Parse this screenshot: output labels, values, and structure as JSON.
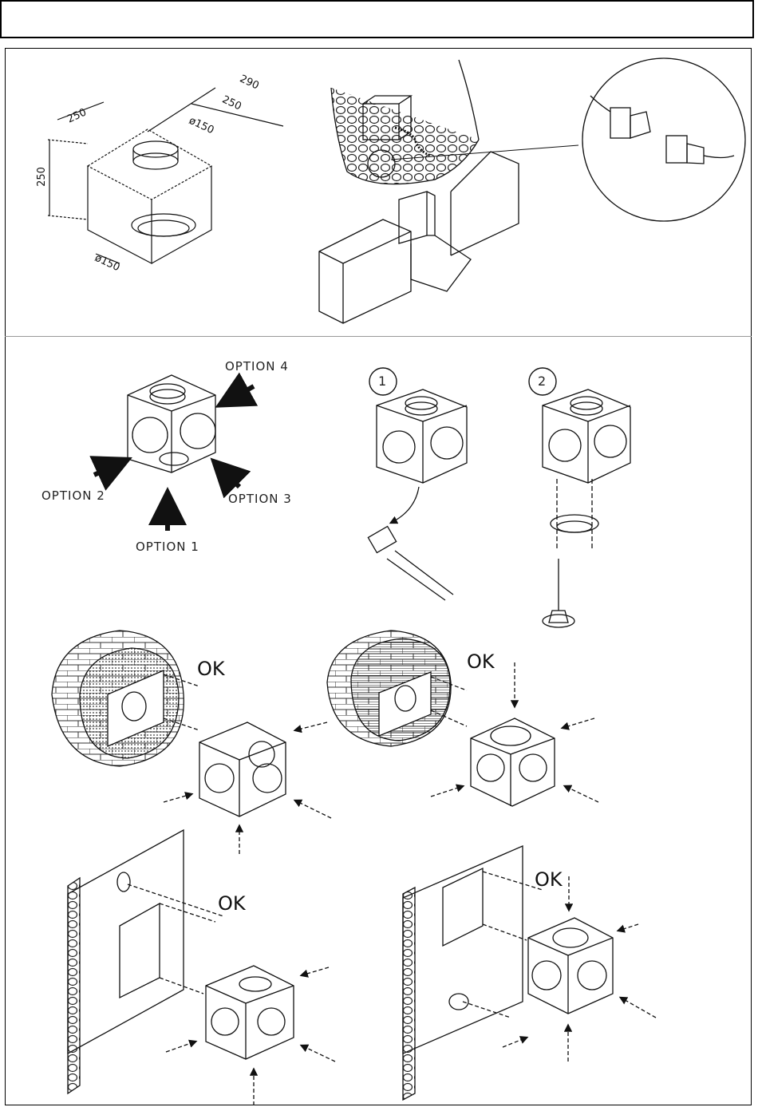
{
  "header": {
    "title": ""
  },
  "dimensions": {
    "width_left": "250",
    "width_right": "250",
    "depth": "290",
    "height": "250",
    "diameter_top": "ø150",
    "diameter_bottom": "ø150"
  },
  "options": {
    "option1": "OPTION  1",
    "option2": "OPTION  2",
    "option3": "OPTION  3",
    "option4": "OPTION  4"
  },
  "steps": {
    "step1": "1",
    "step2": "2"
  },
  "ok_labels": {
    "wall_left": "OK",
    "wall_right": "OK",
    "flat_left": "OK",
    "flat_right": "OK"
  }
}
